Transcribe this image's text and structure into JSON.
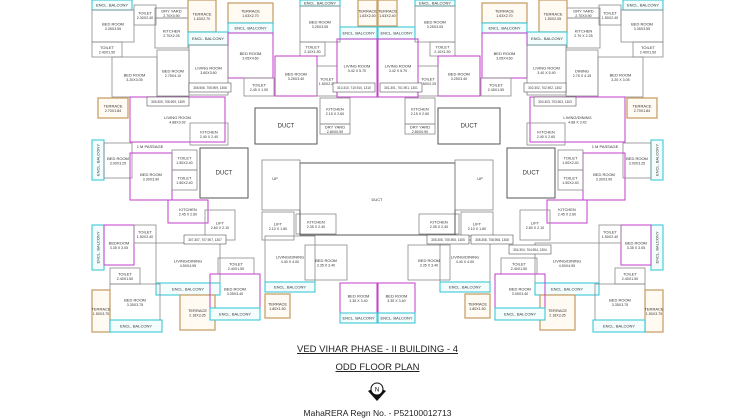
{
  "title": "VED VIHAR PHASE - II BUILDING - 4",
  "subtitle": "ODD FLOOR PLAN",
  "north_label": "N",
  "registration": "MahaRERA Regn No. - P52100012713",
  "colors": {
    "outer_wall": "#c23fc9",
    "wall": "#8a8a8a",
    "balcony": "#3cc8d6",
    "terrace": "#c8a06a",
    "duct": "#555555"
  },
  "left_rooms": [
    {
      "name": "ENCL. BALCONY",
      "size": ""
    },
    {
      "name": "BED ROOM",
      "size": "3.35X3.55"
    },
    {
      "name": "TOILET",
      "size": "2.30X2.40"
    },
    {
      "name": "DRY YARD",
      "size": "2.70X0.90"
    },
    {
      "name": "KITCHEN",
      "size": "2.70X2.25"
    },
    {
      "name": "TERRACE",
      "size": "1.63X2.70"
    },
    {
      "name": "TERRACE",
      "size": "1.63X2.70"
    },
    {
      "name": "ENCL. BALCONY",
      "size": ""
    },
    {
      "name": "ENCL. BALCONY",
      "size": ""
    },
    {
      "name": "BED ROOM",
      "size": "3.05X4.60"
    },
    {
      "name": "TOILET",
      "size": "2.40X1.50"
    },
    {
      "name": "BED ROOM",
      "size": "3.20X3.05"
    },
    {
      "name": "BED ROOM",
      "size": "2.75X4.10"
    },
    {
      "name": "LIVING ROOM",
      "size": "3.60X3.60"
    },
    {
      "name": "TOILET",
      "size": "2.45 X 1.50"
    },
    {
      "name": "TERRACE",
      "size": "2.70X1.84"
    },
    {
      "name": "LIVING ROOM",
      "size": "4.88X3.92"
    },
    {
      "name": "KITCHEN",
      "size": "2.40 X 2.40"
    },
    {
      "name": "ENCL. BALCONY",
      "size": ""
    },
    {
      "name": "BED ROOM",
      "size": "3.25X3.05"
    },
    {
      "name": "TERRACE",
      "size": "1.63X2.40"
    },
    {
      "name": "ENCL. BALCONY",
      "size": ""
    },
    {
      "name": "TOILET",
      "size": "2.10X1.50"
    },
    {
      "name": "BED ROOM",
      "size": "3.25X3.40"
    },
    {
      "name": "TOILET",
      "size": "1.50X2.25"
    },
    {
      "name": "LIVING ROOM",
      "size": "3.42 X 5.70"
    },
    {
      "name": "KITCHEN",
      "size": "2.15 X 2.60"
    },
    {
      "name": "DRY YARD",
      "size": "2.80X0.90"
    },
    {
      "name": "DUCT",
      "size": ""
    },
    {
      "name": "ENCL. BALCONY",
      "size": ""
    },
    {
      "name": "BED ROOM",
      "size": "3.00X3.25"
    },
    {
      "name": "BED ROOM",
      "size": "3.30X3.90"
    },
    {
      "name": "TOILET",
      "size": "1.50X2.40"
    },
    {
      "name": "TOILET",
      "size": "1.50X2.40"
    },
    {
      "name": "DUCT",
      "size": ""
    },
    {
      "name": "KITCHEN",
      "size": "2.45 X 2.60"
    },
    {
      "name": "LIFT",
      "size": "2.60 X 2.10"
    },
    {
      "name": "LIFT",
      "size": "2.10 X 1.80"
    },
    {
      "name": "ENCL. BALCONY",
      "size": ""
    },
    {
      "name": "BEDROOM",
      "size": "3.35 X 3.05"
    },
    {
      "name": "TOILET",
      "size": "1.50X2.40"
    },
    {
      "name": "LIVING/DINING",
      "size": "4.50X4.95"
    },
    {
      "name": "TOILET",
      "size": "2.40X1.50"
    },
    {
      "name": "ENCL. BALCONY",
      "size": ""
    },
    {
      "name": "BED ROOM",
      "size": "3.35X3.75"
    },
    {
      "name": "TERRACE",
      "size": "1.50X3.75"
    },
    {
      "name": "ENCL. BALCONY",
      "size": ""
    },
    {
      "name": "TERRACE",
      "size": "2.18X3.35"
    },
    {
      "name": "TOILET",
      "size": "2.40X1.50"
    },
    {
      "name": "BED ROOM",
      "size": "3.05X3.40"
    },
    {
      "name": "ENCL. BALCONY",
      "size": ""
    },
    {
      "name": "KITCHEN",
      "size": "2.35 X 2.40"
    },
    {
      "name": "LIVING/DINING",
      "size": "4.40 X 4.00"
    },
    {
      "name": "ENCL. BALCONY",
      "size": ""
    },
    {
      "name": "TERRACE",
      "size": "1.80X1.50"
    },
    {
      "name": "BED ROOM",
      "size": "3.35 X 3.40"
    },
    {
      "name": "BED ROOM",
      "size": "3.35 X 3.40"
    },
    {
      "name": "ENCL. BALCONY",
      "size": ""
    }
  ],
  "right_rooms": [
    {
      "name": "ENCL. BALCONY",
      "size": ""
    },
    {
      "name": "BED ROOM",
      "size": "3.35X3.55"
    },
    {
      "name": "TOILET",
      "size": "1.50X2.40"
    },
    {
      "name": "DRY YARD",
      "size": "2.70X0.90"
    },
    {
      "name": "KITCHEN",
      "size": "2.70 X 2.25"
    },
    {
      "name": "TERRACE",
      "size": "1.50X2.05"
    },
    {
      "name": "TERRACE",
      "size": "1.63X2.70"
    },
    {
      "name": "ENCL. BALCONY",
      "size": ""
    },
    {
      "name": "ENCL. BALCONY",
      "size": ""
    },
    {
      "name": "BED ROOM",
      "size": "3.05X4.60"
    },
    {
      "name": "TOILET",
      "size": "2.40X1.50"
    },
    {
      "name": "BED ROOM",
      "size": "3.20 X 3.05"
    },
    {
      "name": "DINING",
      "size": "2.75 X 4.15"
    },
    {
      "name": "LIVING ROOM",
      "size": "3.40 X 5.40"
    },
    {
      "name": "TOILET",
      "size": "2.45X1.50"
    },
    {
      "name": "TERRACE",
      "size": "2.70X1.84"
    },
    {
      "name": "LIVING/DINING",
      "size": "4.88 X 3.42"
    },
    {
      "name": "KITCHEN",
      "size": "2.40 X 2.60"
    },
    {
      "name": "ENCL. BALCONY",
      "size": ""
    },
    {
      "name": "BED ROOM",
      "size": "3.25X3.05"
    },
    {
      "name": "TERRACE",
      "size": "1.63X2.40"
    },
    {
      "name": "ENCL. BALCONY",
      "size": ""
    },
    {
      "name": "TOILET",
      "size": "2.10X1.50"
    },
    {
      "name": "BED ROOM",
      "size": "3.25X3.40"
    },
    {
      "name": "TOILET",
      "size": "1.50X2.25"
    },
    {
      "name": "LIVING ROOM",
      "size": "3.42 X 5.70"
    },
    {
      "name": "KITCHEN",
      "size": "2.15 X 2.60"
    },
    {
      "name": "DRY YARD",
      "size": "2.80X0.90"
    },
    {
      "name": "DUCT",
      "size": ""
    },
    {
      "name": "ENCL. BALCONY",
      "size": ""
    },
    {
      "name": "BED ROOM",
      "size": "3.00X3.25"
    },
    {
      "name": "BED ROOM",
      "size": "3.30X3.90"
    },
    {
      "name": "TOILET",
      "size": "1.50X2.40"
    },
    {
      "name": "TOILET",
      "size": "1.50X2.40"
    },
    {
      "name": "DUCT",
      "size": ""
    },
    {
      "name": "KITCHEN",
      "size": "2.45 X 2.60"
    },
    {
      "name": "LIFT",
      "size": "2.60 X 2.10"
    },
    {
      "name": "LIFT",
      "size": "2.10 X 1.80"
    },
    {
      "name": "ENCL. BALCONY",
      "size": ""
    },
    {
      "name": "BED ROOM",
      "size": "3.35 X 3.05"
    },
    {
      "name": "TOILET",
      "size": "1.50X2.40"
    },
    {
      "name": "LIVING/DINING",
      "size": "4.50X4.95"
    },
    {
      "name": "TOILET",
      "size": "2.40X1.50"
    },
    {
      "name": "ENCL. BALCONY",
      "size": ""
    },
    {
      "name": "BED ROOM",
      "size": "3.35X3.75"
    },
    {
      "name": "TERRACE",
      "size": "1.50X3.75"
    },
    {
      "name": "ENCL. BALCONY",
      "size": ""
    },
    {
      "name": "TERRACE",
      "size": "2.18X3.35"
    },
    {
      "name": "TOILET",
      "size": "2.40X1.50"
    },
    {
      "name": "BED ROOM",
      "size": "3.05X3.40"
    },
    {
      "name": "ENCL. BALCONY",
      "size": ""
    },
    {
      "name": "KITCHEN",
      "size": "2.35 X 2.40"
    },
    {
      "name": "LIVING/DINING",
      "size": "4.40 X 4.00"
    },
    {
      "name": "ENCL. BALCONY",
      "size": ""
    },
    {
      "name": "TERRACE",
      "size": "1.80X1.50"
    },
    {
      "name": "BED ROOM",
      "size": "3.35 X 3.40"
    },
    {
      "name": "BED ROOM",
      "size": "3.35 X 3.40"
    },
    {
      "name": "ENCL. BALCONY",
      "size": ""
    }
  ],
  "center": {
    "duct_label": "DUCT",
    "passage_label": "1 M PASSAGE",
    "up_label": "UP",
    "area_tags": [
      "306.506, 705.909, 1306",
      "309.309, 708.909, 1309",
      "310.310, 710.910, 1310",
      "301.301, 701.901, 1301",
      "307.307, 707.907, 1307",
      "308.308, 708.908, 1308",
      "305.305, 705.905, 1305",
      "304.304, 704.904, 1304",
      "303.303, 703.903, 1303",
      "302.302, 702.902, 1302"
    ]
  }
}
